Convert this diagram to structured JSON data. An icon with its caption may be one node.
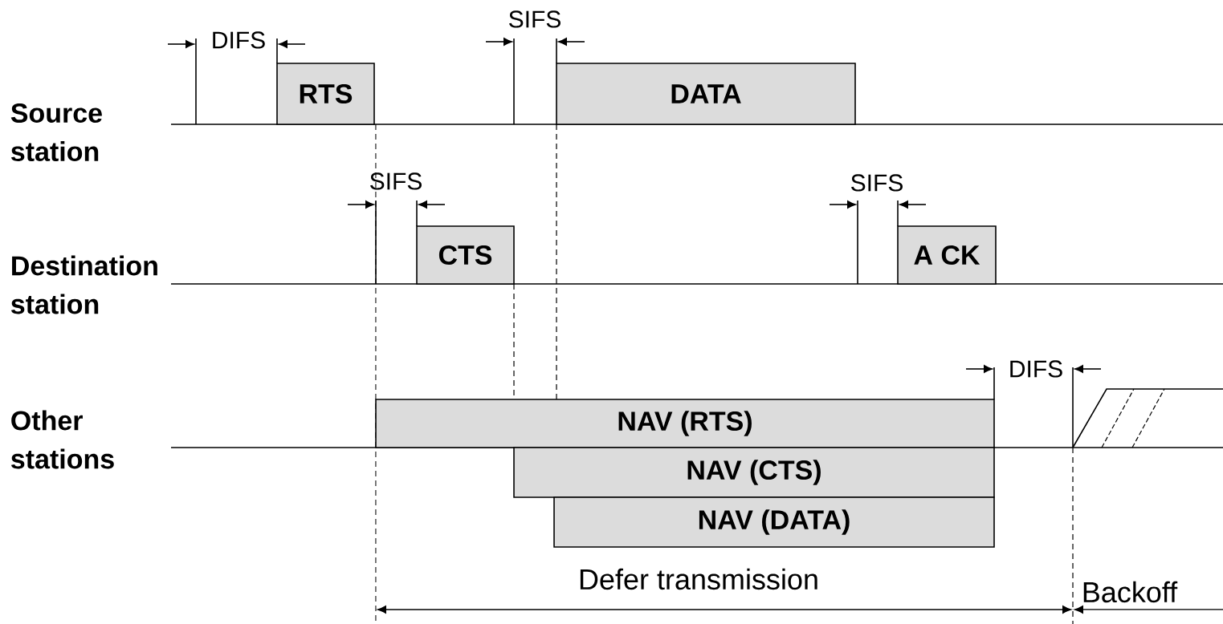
{
  "diagram": {
    "nodes": [
      {
        "text": [
          "RTS"
        ]
      },
      {
        "text": [
          "DATA"
        ]
      },
      {
        "text": [
          "CTS"
        ]
      },
      {
        "text": [
          "A CK"
        ]
      },
      {
        "text": [
          "NAV (RTS)"
        ]
      },
      {
        "text": [
          "NAV (CTS)"
        ]
      },
      {
        "text": [
          "NAV (DATA)"
        ]
      }
    ],
    "labels": [
      "SIFS",
      "DIFS",
      "Source station",
      "SIFS",
      "SIFS",
      "Destination station",
      "DIFS",
      "Other stations",
      "Defer transmission",
      "Backoff"
    ]
  }
}
